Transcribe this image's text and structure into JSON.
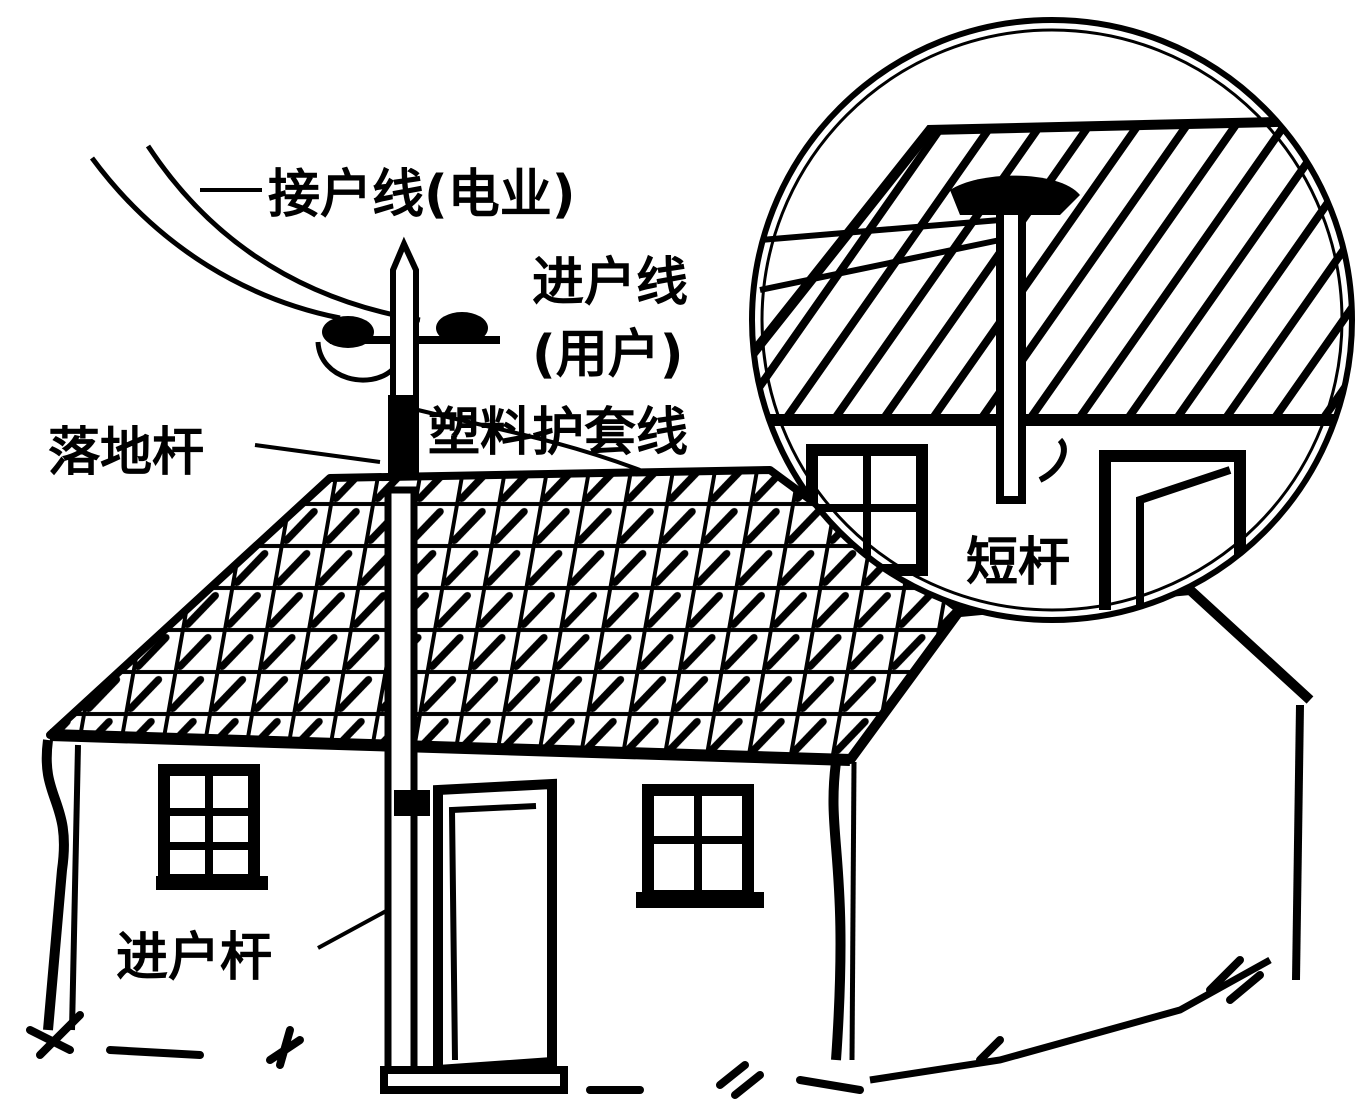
{
  "labels": {
    "service_drop": "接户线(电业)",
    "service_entrance_line": "进户线",
    "service_entrance_owner": "(用户)",
    "plastic_sheathed_wire": "塑料护套线",
    "drop_pole": "落地杆",
    "entrance_pole": "进户杆",
    "short_pole": "短杆"
  },
  "colors": {
    "ink": "#000000",
    "paper": "#ffffff"
  }
}
